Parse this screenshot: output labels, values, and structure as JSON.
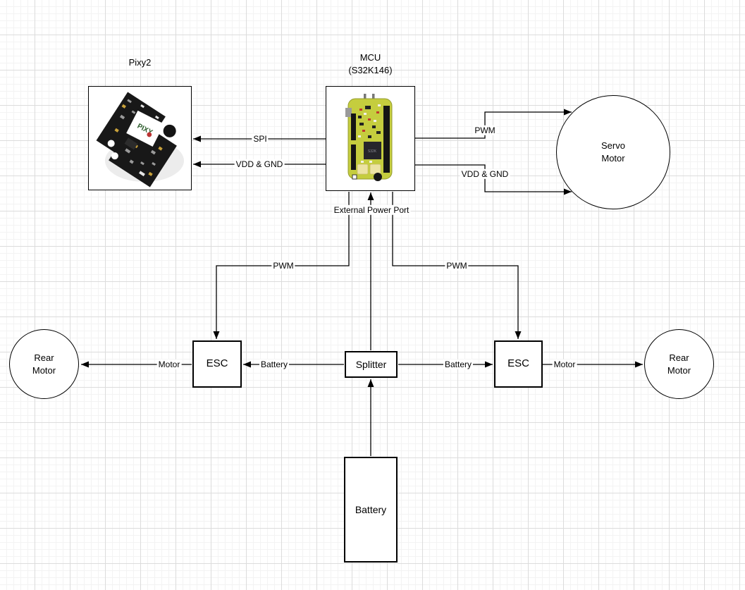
{
  "nodes": {
    "pixy2": {
      "title": "Pixy2"
    },
    "mcu": {
      "title": "MCU\n(S32K146)"
    },
    "servo_motor": {
      "label": "Servo\nMotor"
    },
    "rear_motor_left": {
      "label": "Rear\nMotor"
    },
    "rear_motor_right": {
      "label": "Rear\nMotor"
    },
    "esc_left": {
      "label": "ESC"
    },
    "esc_right": {
      "label": "ESC"
    },
    "splitter": {
      "label": "Splitter"
    },
    "battery": {
      "label": "Battery"
    }
  },
  "edge_labels": {
    "spi": "SPI",
    "vdd_gnd_pixy2": "VDD & GND",
    "pwm_servo": "PWM",
    "vdd_gnd_servo": "VDD & GND",
    "external_power_port": "External Power Port",
    "pwm_esc_left": "PWM",
    "pwm_esc_right": "PWM",
    "battery_esc_left": "Battery",
    "battery_esc_right": "Battery",
    "motor_left": "Motor",
    "motor_right": "Motor"
  },
  "icons": {
    "pixy2_photo": "pixy2-camera-board-photo",
    "mcu_photo": "s32k146-dev-board-photo"
  },
  "colors": {
    "connector": "#000000",
    "grid_minor": "#f3f3f3",
    "grid_major": "#dcdcdc",
    "node_fill": "#ffffff",
    "node_border": "#000000",
    "pcb_yellow_green": "#c5cd3e",
    "pcb_black": "#181818"
  }
}
